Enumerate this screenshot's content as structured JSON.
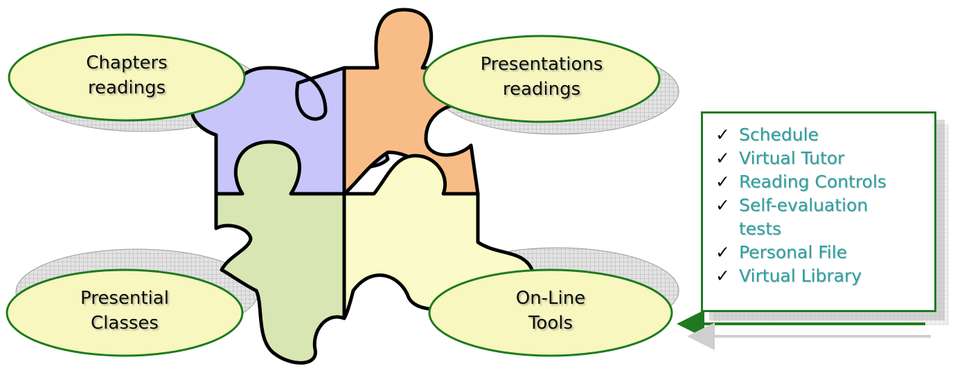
{
  "ovals": {
    "chapters": "Chapters\nreadings",
    "presentations": "Presentations\nreadings",
    "presential": "Presential\nClasses",
    "online": "On-Line\nTools"
  },
  "tools_list": [
    "Schedule",
    "Virtual Tutor",
    "Reading Controls",
    "Self-evaluation\ntests",
    "Personal File",
    "Virtual Library"
  ],
  "colors": {
    "oval_fill": "#f7f7bf",
    "oval_stroke": "#1f7a1f",
    "piece_purple": "#c7c5fa",
    "piece_orange": "#f8bd87",
    "piece_green": "#d7e6b2",
    "piece_yellow": "#fbfbc9",
    "box_border": "#1f7a1f",
    "list_text": "#2aa1a1",
    "arrow": "#1f7a1f"
  },
  "icons": {
    "checkmark": "check-icon",
    "arrow": "arrow-left-icon"
  }
}
